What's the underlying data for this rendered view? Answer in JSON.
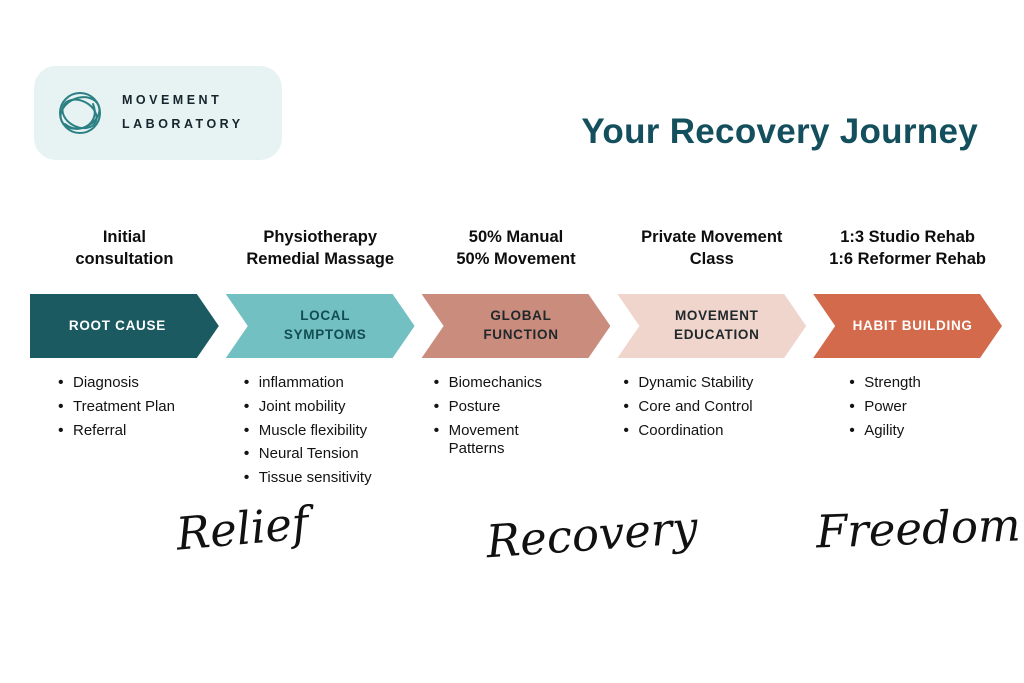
{
  "logo": {
    "line1": "MOVEMENT",
    "line2": "LABORATORY"
  },
  "title": "Your Recovery Journey",
  "colors": {
    "title": "#134f5c",
    "logo_background": "#e7f3f2",
    "logo_icon": "#2c8084"
  },
  "stages": [
    {
      "header": "Initial\nconsultation",
      "label": "ROOT CAUSE",
      "arrow_color": "#1b5a60",
      "label_color": "#ffffff",
      "bullets": [
        "Diagnosis",
        "Treatment Plan",
        "Referral"
      ]
    },
    {
      "header": "Physiotherapy\nRemedial Massage",
      "label": "LOCAL\nSYMPTOMS",
      "arrow_color": "#72c0c1",
      "label_color": "#124d52",
      "bullets": [
        "inflammation",
        "Joint mobility",
        "Muscle flexibility",
        "Neural Tension",
        "Tissue sensitivity"
      ]
    },
    {
      "header": "50% Manual\n50% Movement",
      "label": "GLOBAL\nFUNCTION",
      "arrow_color": "#c98c7d",
      "label_color": "#21282c",
      "bullets": [
        "Biomechanics",
        "Posture",
        "Movement\nPatterns"
      ]
    },
    {
      "header": "Private Movement\nClass",
      "label": "MOVEMENT\nEDUCATION",
      "arrow_color": "#f0d5cd",
      "label_color": "#21282c",
      "bullets": [
        "Dynamic Stability",
        "Core and Control",
        "Coordination"
      ]
    },
    {
      "header": "1:3 Studio Rehab\n1:6 Reformer Rehab",
      "label": "HABIT BUILDING",
      "arrow_color": "#d26a4b",
      "label_color": "#ffffff",
      "bullets": [
        "Strength",
        "Power",
        "Agility"
      ]
    }
  ],
  "script_words": [
    "Relief",
    "Recovery",
    "Freedom"
  ]
}
